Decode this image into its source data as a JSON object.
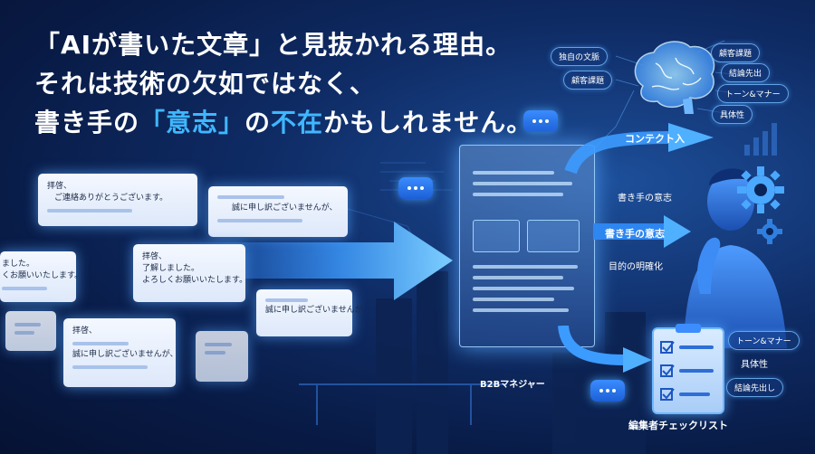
{
  "headline": {
    "line1": "「AIが書いた文章」と見抜かれる理由。",
    "line2": "それは技術の欠如ではなく、",
    "line3_pre": "書き手の",
    "line3_accent": "「意志」",
    "line3_mid": "の",
    "line3_accent2": "不在",
    "line3_post": "かもしれません。"
  },
  "cards": [
    {
      "l1": "拝啓、",
      "l2": "ご連絡ありがとうございます。"
    },
    {
      "l1": "",
      "l2": "誠に申し訳ございませんが、"
    },
    {
      "l1": "拝啓、",
      "l2": "了解しました。",
      "l3": "よろしくお願いいたします。"
    },
    {
      "l1": "ました。",
      "l2": "くお願いいたします。"
    },
    {
      "l1": "",
      "l2": "誠に申し訳ございませんが、"
    },
    {
      "l1": "拝啓、",
      "l2": "誠に申し訳ございませんが、"
    },
    {
      "l1": "",
      "l2": ""
    }
  ],
  "brain_tags": {
    "left": [
      "独自の文脈",
      "顧客課題"
    ],
    "right": [
      "顧客課題",
      "結論先出",
      "トーン&マナー",
      "具体性"
    ]
  },
  "flow": {
    "context_in": "コンテクト入",
    "writer_intent_top": "書き手の意志",
    "writer_intent_arrow": "書き手の意志",
    "purpose": "目的の明確化",
    "manager": "B2Bマネジャー"
  },
  "checklist": {
    "items": [
      "トーン&マナー",
      "具体性",
      "結論先出し"
    ],
    "title": "編集者チェックリスト"
  },
  "colors": {
    "accent": "#3fb7ff",
    "background": "#0a1f4d",
    "glow": "#5aaaff"
  }
}
